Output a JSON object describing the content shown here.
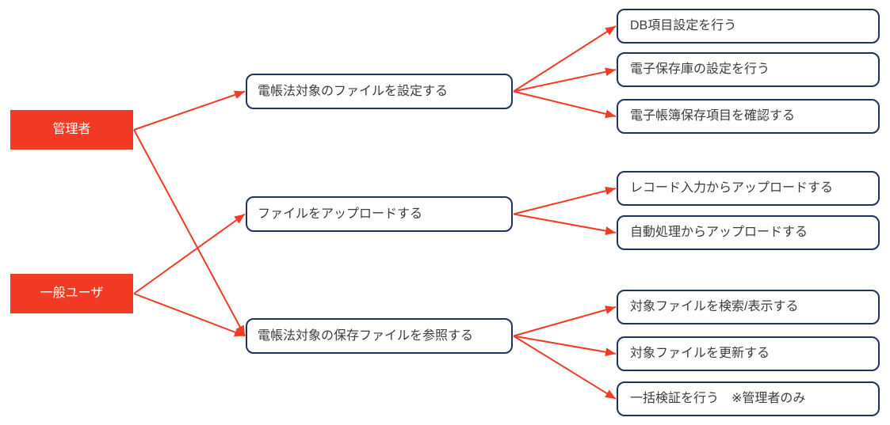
{
  "diagram": {
    "colors": {
      "background": "#ffffff",
      "actor_bg": "#f23b25",
      "actor_text": "#ffffff",
      "box_bg": "#ffffff",
      "box_border": "#20345a",
      "box_text": "#3c3c3c",
      "arrow": "#f23b25"
    },
    "actors": [
      {
        "id": "actor-admin",
        "label": "管理者"
      },
      {
        "id": "actor-user",
        "label": "一般ユーザ"
      }
    ],
    "tasks": [
      {
        "id": "task-configure-files",
        "label": "電帳法対象のファイルを設定する"
      },
      {
        "id": "task-upload-files",
        "label": "ファイルをアップロードする"
      },
      {
        "id": "task-view-saved-files",
        "label": "電帳法対象の保存ファイルを参照する"
      }
    ],
    "subtasks": [
      {
        "id": "subtask-db-item-settings",
        "label": "DB項目設定を行う"
      },
      {
        "id": "subtask-storage-settings",
        "label": "電子保存庫の設定を行う"
      },
      {
        "id": "subtask-confirm-items",
        "label": "電子帳簿保存項目を確認する"
      },
      {
        "id": "subtask-upload-record",
        "label": "レコード入力からアップロードする"
      },
      {
        "id": "subtask-upload-auto",
        "label": "自動処理からアップロードする"
      },
      {
        "id": "subtask-search-display",
        "label": "対象ファイルを検索/表示する"
      },
      {
        "id": "subtask-update-file",
        "label": "対象ファイルを更新する"
      },
      {
        "id": "subtask-batch-verify",
        "label": "一括検証を行う　※管理者のみ"
      }
    ],
    "edges": [
      {
        "from": "actor-admin",
        "to": "task-configure-files"
      },
      {
        "from": "actor-admin",
        "to": "task-view-saved-files"
      },
      {
        "from": "actor-user",
        "to": "task-upload-files"
      },
      {
        "from": "actor-user",
        "to": "task-view-saved-files"
      },
      {
        "from": "task-configure-files",
        "to": "subtask-db-item-settings"
      },
      {
        "from": "task-configure-files",
        "to": "subtask-storage-settings"
      },
      {
        "from": "task-configure-files",
        "to": "subtask-confirm-items"
      },
      {
        "from": "task-upload-files",
        "to": "subtask-upload-record"
      },
      {
        "from": "task-upload-files",
        "to": "subtask-upload-auto"
      },
      {
        "from": "task-view-saved-files",
        "to": "subtask-search-display"
      },
      {
        "from": "task-view-saved-files",
        "to": "subtask-update-file"
      },
      {
        "from": "task-view-saved-files",
        "to": "subtask-batch-verify"
      }
    ]
  }
}
